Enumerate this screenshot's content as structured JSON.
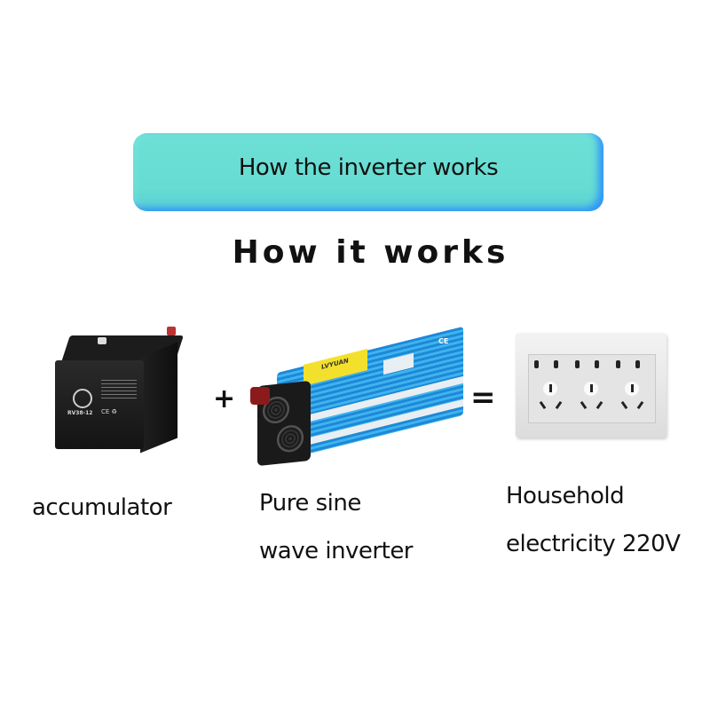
{
  "banner": {
    "title": "How the inverter works"
  },
  "subtitle": "How it works",
  "operators": {
    "plus": "+",
    "equals": "="
  },
  "items": [
    {
      "name": "accumulator",
      "caption_lines": [
        "accumulator"
      ],
      "image_label": "RV38-12",
      "marks": "CE ♻"
    },
    {
      "name": "inverter",
      "caption_lines": [
        "Pure sine",
        "wave inverter"
      ],
      "image_label": "LVYUAN",
      "marks": "CE"
    },
    {
      "name": "household-electricity",
      "caption_lines": [
        "Household",
        "electricity 220V"
      ]
    }
  ],
  "colors": {
    "banner_fill": "#6ddfd5",
    "banner_edge": "#2f8fff",
    "inverter_blue": "#2a9fe6",
    "text": "#111111"
  }
}
